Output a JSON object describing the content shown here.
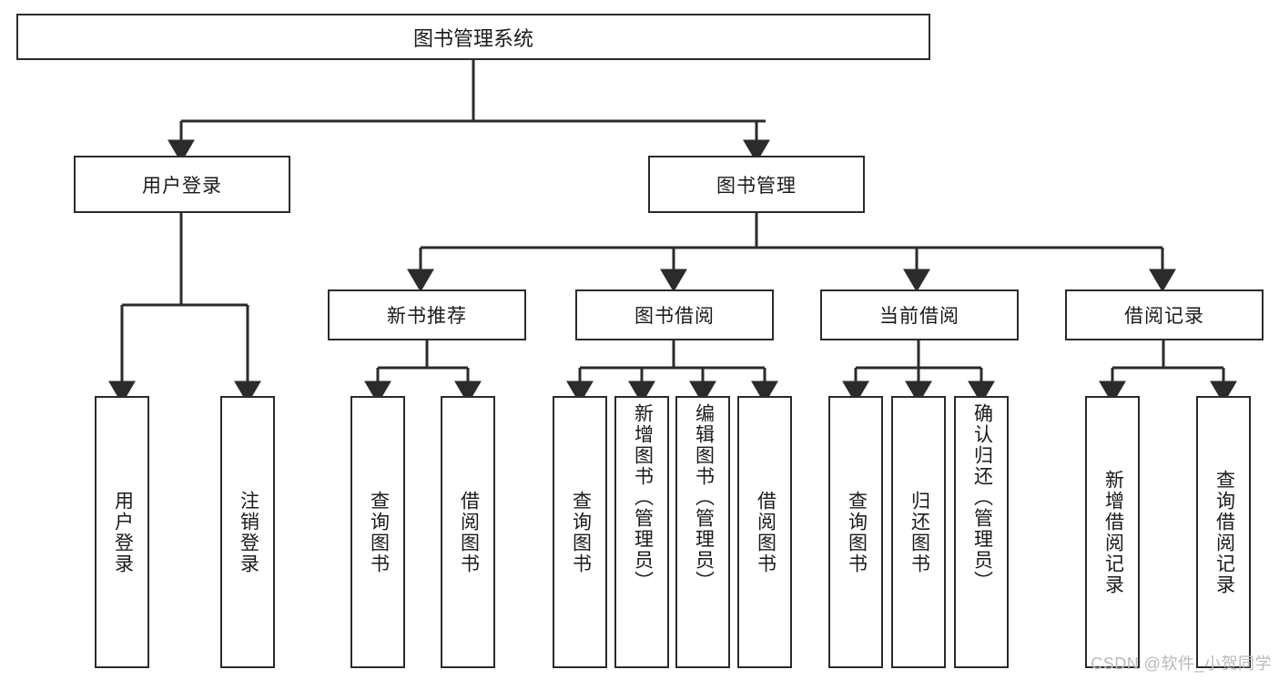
{
  "diagram": {
    "title": "图书管理系统",
    "watermark": "CSDN @软件_小贺同学",
    "line_color": "#2b2b2b",
    "box_fill": "#ffffff",
    "text_color": "#1a1a1a",
    "watermark_color": "#b9b9b9",
    "type": "tree-hierarchy-diagram",
    "root": {
      "label": "图书管理系统"
    },
    "level2": [
      {
        "label": "用户登录"
      },
      {
        "label": "图书管理"
      }
    ],
    "level3": [
      {
        "label": "新书推荐"
      },
      {
        "label": "图书借阅"
      },
      {
        "label": "当前借阅"
      },
      {
        "label": "借阅记录"
      }
    ],
    "leaves": {
      "user_login": [
        {
          "label": "用户登录"
        },
        {
          "label": "注销登录"
        }
      ],
      "new_book_recommend": [
        {
          "label": "查询图书"
        },
        {
          "label": "借阅图书"
        }
      ],
      "book_borrow": [
        {
          "label": "查询图书"
        },
        {
          "label": "新增图书（管理员）"
        },
        {
          "label": "编辑图书（管理员）"
        },
        {
          "label": "借阅图书"
        }
      ],
      "current_borrow": [
        {
          "label": "查询图书"
        },
        {
          "label": "归还图书"
        },
        {
          "label": "确认归还（管理员）"
        }
      ],
      "borrow_record": [
        {
          "label": "新增借阅记录"
        },
        {
          "label": "查询借阅记录"
        }
      ]
    }
  }
}
